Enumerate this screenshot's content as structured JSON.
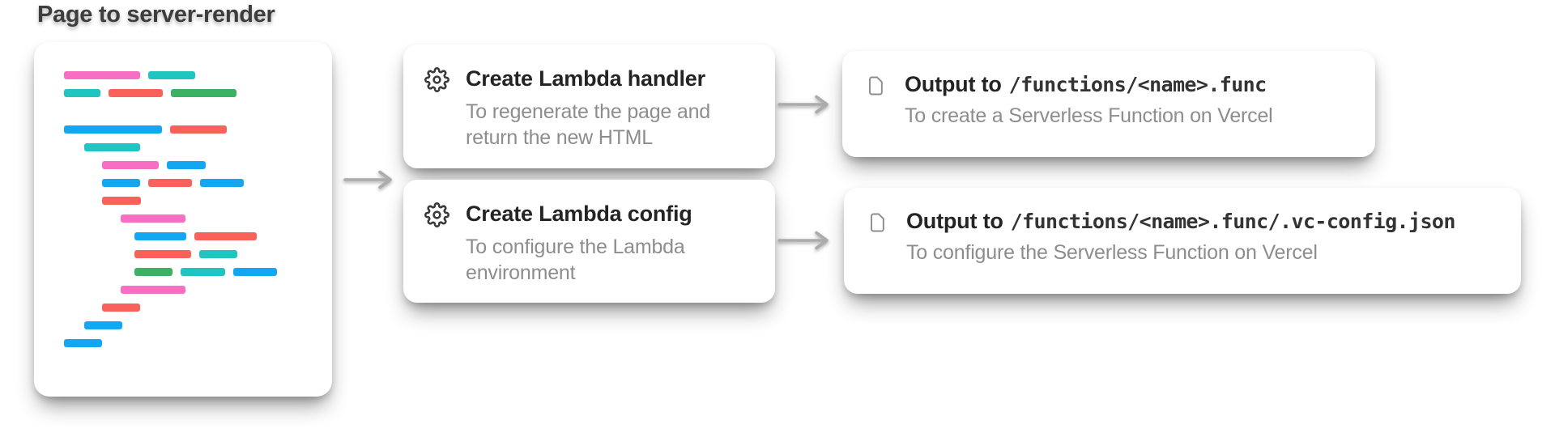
{
  "page": {
    "title": "Page to server-render",
    "background": "#ffffff"
  },
  "colors": {
    "pink": "#F76FC3",
    "teal": "#20C4C0",
    "red": "#F9625A",
    "green": "#3CB063",
    "blue": "#12A7F0",
    "title_text": "#3D3D3D",
    "card_title_text": "#242424",
    "muted_text": "#8D8D8D",
    "arrow": "#ACACAC"
  },
  "code_card": {
    "rows": [
      {
        "indent": 0,
        "segments": [
          {
            "color": "pink",
            "width": 94
          },
          {
            "color": "teal",
            "width": 58
          }
        ]
      },
      {
        "indent": 0,
        "segments": [
          {
            "color": "teal",
            "width": 45
          },
          {
            "color": "red",
            "width": 67
          },
          {
            "color": "green",
            "width": 81
          }
        ]
      },
      {
        "indent": 0,
        "gap_before": true,
        "segments": [
          {
            "color": "blue",
            "width": 121
          },
          {
            "color": "red",
            "width": 70
          }
        ]
      },
      {
        "indent": 1,
        "segments": [
          {
            "color": "teal",
            "width": 69
          }
        ]
      },
      {
        "indent": 2,
        "segments": [
          {
            "color": "pink",
            "width": 70
          },
          {
            "color": "blue",
            "width": 48
          }
        ]
      },
      {
        "indent": 2,
        "segments": [
          {
            "color": "blue",
            "width": 47
          },
          {
            "color": "red",
            "width": 54
          },
          {
            "color": "blue",
            "width": 54
          }
        ]
      },
      {
        "indent": 2,
        "segments": [
          {
            "color": "red",
            "width": 48
          }
        ]
      },
      {
        "indent": 3,
        "segments": [
          {
            "color": "pink",
            "width": 80
          }
        ]
      },
      {
        "indent": 4,
        "segments": [
          {
            "color": "blue",
            "width": 64
          },
          {
            "color": "red",
            "width": 77
          }
        ]
      },
      {
        "indent": 4,
        "segments": [
          {
            "color": "red",
            "width": 70
          },
          {
            "color": "teal",
            "width": 47
          }
        ]
      },
      {
        "indent": 4,
        "segments": [
          {
            "color": "green",
            "width": 47
          },
          {
            "color": "teal",
            "width": 55
          },
          {
            "color": "blue",
            "width": 54
          }
        ]
      },
      {
        "indent": 3,
        "segments": [
          {
            "color": "pink",
            "width": 80
          }
        ]
      },
      {
        "indent": 2,
        "segments": [
          {
            "color": "red",
            "width": 47
          }
        ]
      },
      {
        "indent": 1,
        "segments": [
          {
            "color": "blue",
            "width": 47
          }
        ]
      },
      {
        "indent": 0,
        "segments": [
          {
            "color": "blue",
            "width": 47
          }
        ]
      }
    ]
  },
  "steps": [
    {
      "icon": "gear-icon",
      "title": "Create Lambda handler",
      "subtitle_line1": "To regenerate the page and",
      "subtitle_line2": "return the new HTML"
    },
    {
      "icon": "gear-icon",
      "title": "Create Lambda config",
      "subtitle_line1": "To configure the Lambda",
      "subtitle_line2": "environment"
    }
  ],
  "outputs": [
    {
      "icon": "document-icon",
      "label": "Output to",
      "path": "/functions/<name>.func",
      "subtitle": "To create a Serverless Function on Vercel"
    },
    {
      "icon": "document-icon",
      "label": "Output to",
      "path": "/functions/<name>.func/.vc-config.json",
      "subtitle": "To configure the Serverless Function on Vercel"
    }
  ]
}
